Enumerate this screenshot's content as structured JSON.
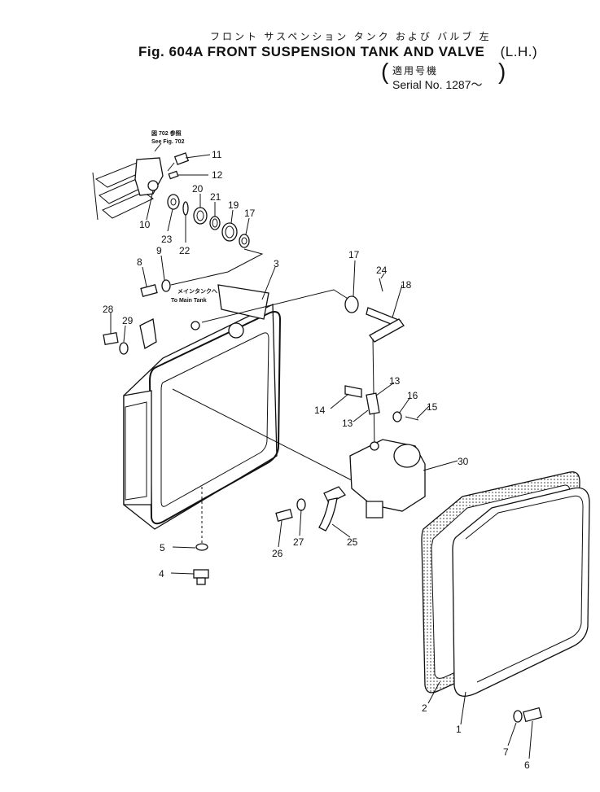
{
  "header": {
    "japanese_title": "フロント サスペンション タンク および バルブ 左",
    "title": "Fig. 604A FRONT SUSPENSION TANK AND VALVE",
    "side": "(L.H.)",
    "serial_japanese": "適用号機",
    "serial": "Serial No. 1287～"
  },
  "notes": {
    "see_fig_jp": "図 702 参照",
    "see_fig": "See Fig. 702",
    "main_tank_jp": "メインタンクへ",
    "main_tank": "To Main Tank"
  },
  "callouts": [
    "1",
    "2",
    "3",
    "4",
    "5",
    "6",
    "7",
    "8",
    "9",
    "10",
    "11",
    "12",
    "13",
    "13",
    "14",
    "15",
    "16",
    "17",
    "17",
    "18",
    "19",
    "20",
    "21",
    "22",
    "23",
    "24",
    "25",
    "26",
    "27",
    "28",
    "29",
    "30"
  ]
}
